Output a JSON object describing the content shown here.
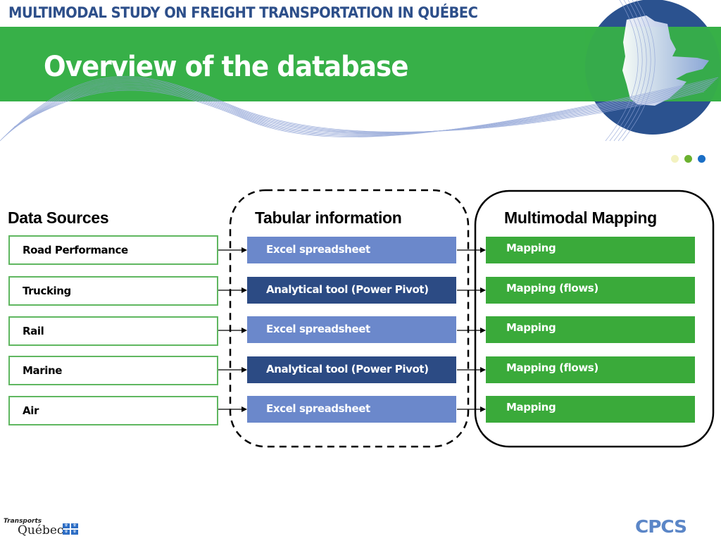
{
  "header": {
    "top_title": "MULTIMODAL STUDY ON FREIGHT TRANSPORTATION IN QUÉBEC",
    "slide_title": "Overview of the database",
    "band_color": "#37b048",
    "title_color": "#2d4f8a",
    "globe_icon": "globe-quebec-map-icon",
    "dots": [
      {
        "name": "pale-yellow-dot",
        "color": "#f3f2c0"
      },
      {
        "name": "green-dot",
        "color": "#6bb12f"
      },
      {
        "name": "blue-dot",
        "color": "#1a6ec5"
      }
    ]
  },
  "columns": {
    "sources": {
      "heading": "Data Sources",
      "items": [
        "Road Performance",
        "Trucking",
        "Rail",
        "Marine",
        "Air"
      ],
      "border_color": "#5fb760"
    },
    "tabular": {
      "heading": "Tabular information",
      "items": [
        {
          "label": "Excel spreadsheet",
          "style": "light"
        },
        {
          "label": "Analytical tool (Power Pivot)",
          "style": "dark"
        },
        {
          "label": "Excel spreadsheet",
          "style": "light"
        },
        {
          "label": "Analytical tool (Power Pivot)",
          "style": "dark"
        },
        {
          "label": "Excel spreadsheet",
          "style": "light"
        }
      ],
      "light_color": "#6b88cb",
      "dark_color": "#2c4b84",
      "container_border": "dashed"
    },
    "mapping": {
      "heading": "Multimodal Mapping",
      "items": [
        "Mapping",
        "Mapping (flows)",
        "Mapping",
        "Mapping (flows)",
        "Mapping"
      ],
      "fill_color": "#3aaa3a",
      "container_border": "solid"
    }
  },
  "footer": {
    "left_logo": {
      "small": "Transports",
      "big": "Québec",
      "flag_glyph": "⚜"
    },
    "right_logo": "CPCS"
  }
}
